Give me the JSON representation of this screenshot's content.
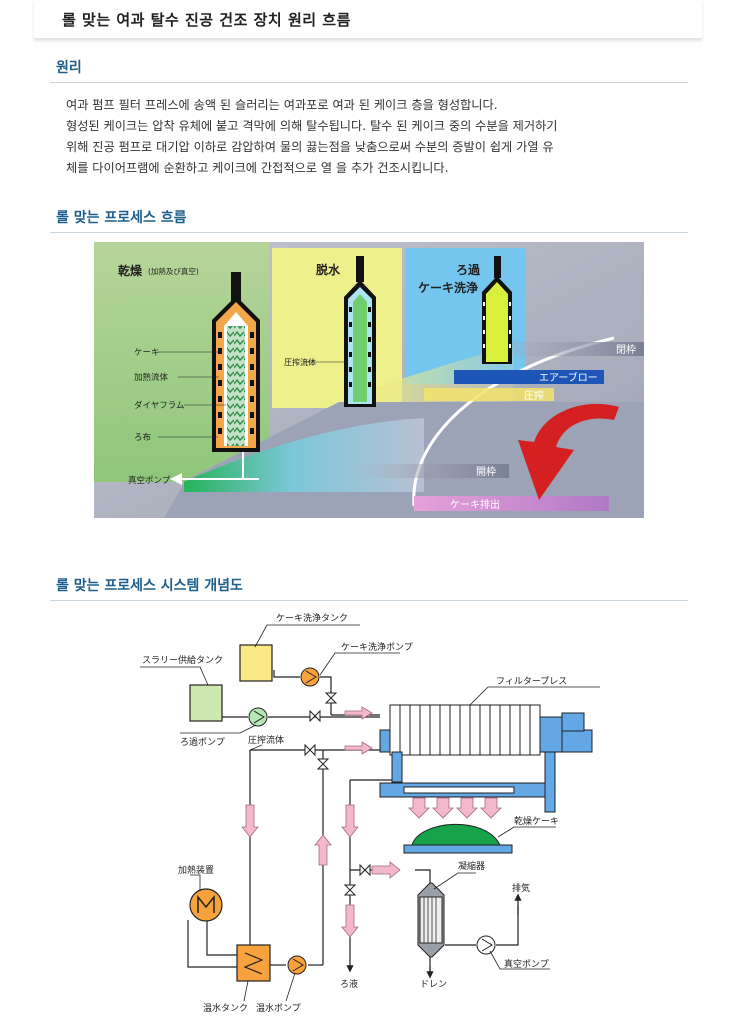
{
  "page_title": "롤 맞는 여과 탈수 진공 건조 장치 원리 흐름",
  "principle": {
    "heading": "원리",
    "lines": [
      "여과 펌프 필터 프레스에 송액 된 슬러리는 여과포로 여과 된 케이크 층을 형성합니다.",
      "형성된 케이크는 압착 유체에 붙고 격막에 의해 탈수됩니다. 탈수 된 케이크 중의 수분을 제거하기",
      "위해 진공 펌프로 대기압 이하로 감압하여 물의 끓는점을 낮춤으로써 수분의 증발이 쉽게 가열 유",
      "체를 다이어프램에 순환하고 케이크에 간접적으로 열 을 추가 건조시킵니다."
    ]
  },
  "flow": {
    "heading": "롤 맞는 프로세스 흐름",
    "stage_drying": "乾燥",
    "stage_drying_sub": "(加熱及び真空)",
    "stage_dewater": "脱水",
    "stage_filter_1": "ろ過",
    "stage_filter_2": "ケーキ洗浄",
    "label_cake": "ケーキ",
    "label_heat": "加熱流体",
    "label_diaphragm": "ダイヤフラム",
    "label_cloth": "ろ布",
    "label_press_fluid": "圧搾流体",
    "label_vacuum_pump": "真空ポンプ",
    "band_close": "閉枠",
    "band_air": "エアーブロー",
    "band_press": "圧搾",
    "band_open": "開枠",
    "band_discharge": "ケーキ排出"
  },
  "system": {
    "heading": "롤 맞는 프로세스 시스템 개념도",
    "wash_tank": "ケーキ洗浄タンク",
    "wash_pump": "ケーキ洗浄ポンプ",
    "slurry_tank": "スラリー供給タンク",
    "filter_press": "フィルタープレス",
    "filter_pump": "ろ過ポンプ",
    "press_fluid": "圧搾流体",
    "dried_cake": "乾燥ケーキ",
    "heater": "加熱装置",
    "condenser": "凝縮器",
    "exhaust": "排気",
    "hot_tank": "温水タンク",
    "hot_pump": "温水ポンプ",
    "filtrate": "ろ液",
    "drain": "ドレン",
    "vacuum_pump": "真空ポンプ"
  },
  "colors": {
    "heading": "#1d5e8c",
    "pipe_arrow": "#f4b8cc",
    "press_blue": "#63a7e4",
    "cake_green": "#17a34a",
    "tank_yellow": "#fbe985",
    "tank_green": "#cfe8b0",
    "pump_green": "#b7e6b7",
    "pump_orange": "#f7a23c"
  }
}
